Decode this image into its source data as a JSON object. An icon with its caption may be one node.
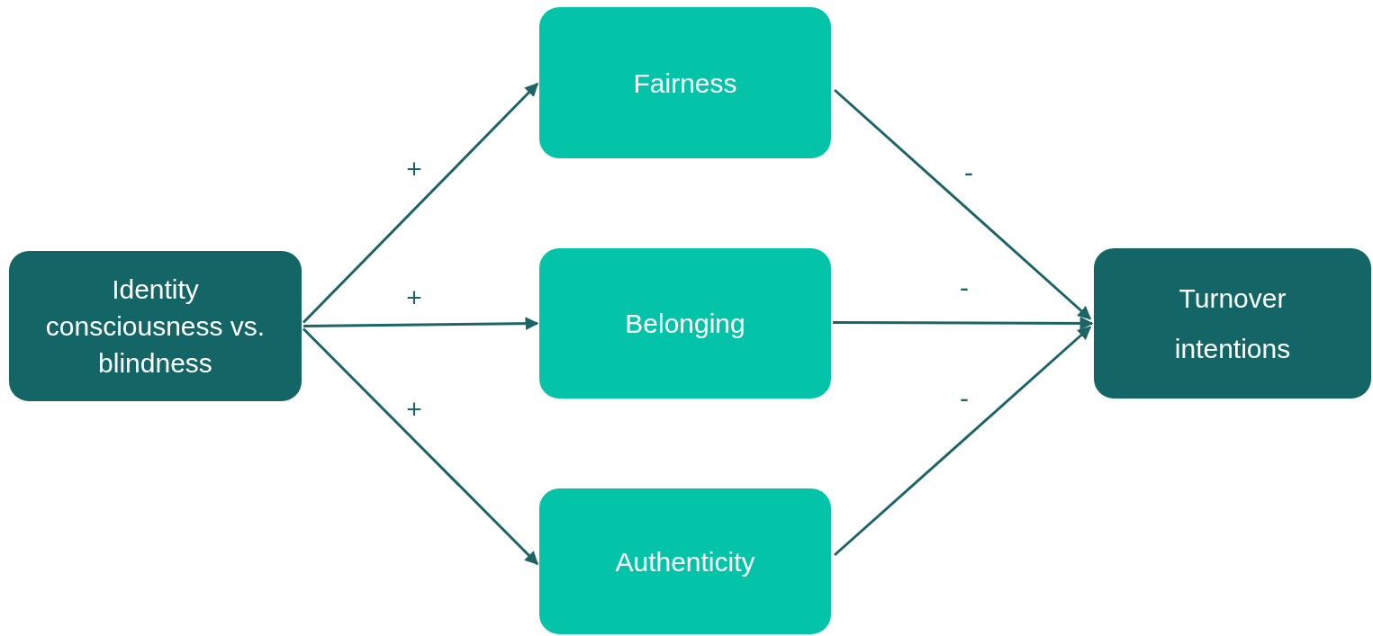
{
  "diagram": {
    "nodes": [
      {
        "text": [
          "Identity consciousness vs. blindness"
        ]
      },
      {
        "text": [
          "Fairness"
        ]
      },
      {
        "text": [
          "Belonging"
        ]
      },
      {
        "text": [
          "Authenticity"
        ]
      },
      {
        "text": [
          "Turnover intentions"
        ]
      }
    ],
    "edges": [
      {
        "from": 0,
        "to": 1,
        "arrow": "to",
        "label": "+"
      },
      {
        "from": 0,
        "to": 2,
        "arrow": "to",
        "label": "+"
      },
      {
        "from": 0,
        "to": 3,
        "arrow": "to",
        "label": "+"
      },
      {
        "from": 1,
        "to": 4,
        "arrow": "to",
        "label": "-"
      },
      {
        "from": 2,
        "to": 4,
        "arrow": "to",
        "label": "-"
      },
      {
        "from": 3,
        "to": 4,
        "arrow": "to",
        "label": "-"
      }
    ]
  }
}
